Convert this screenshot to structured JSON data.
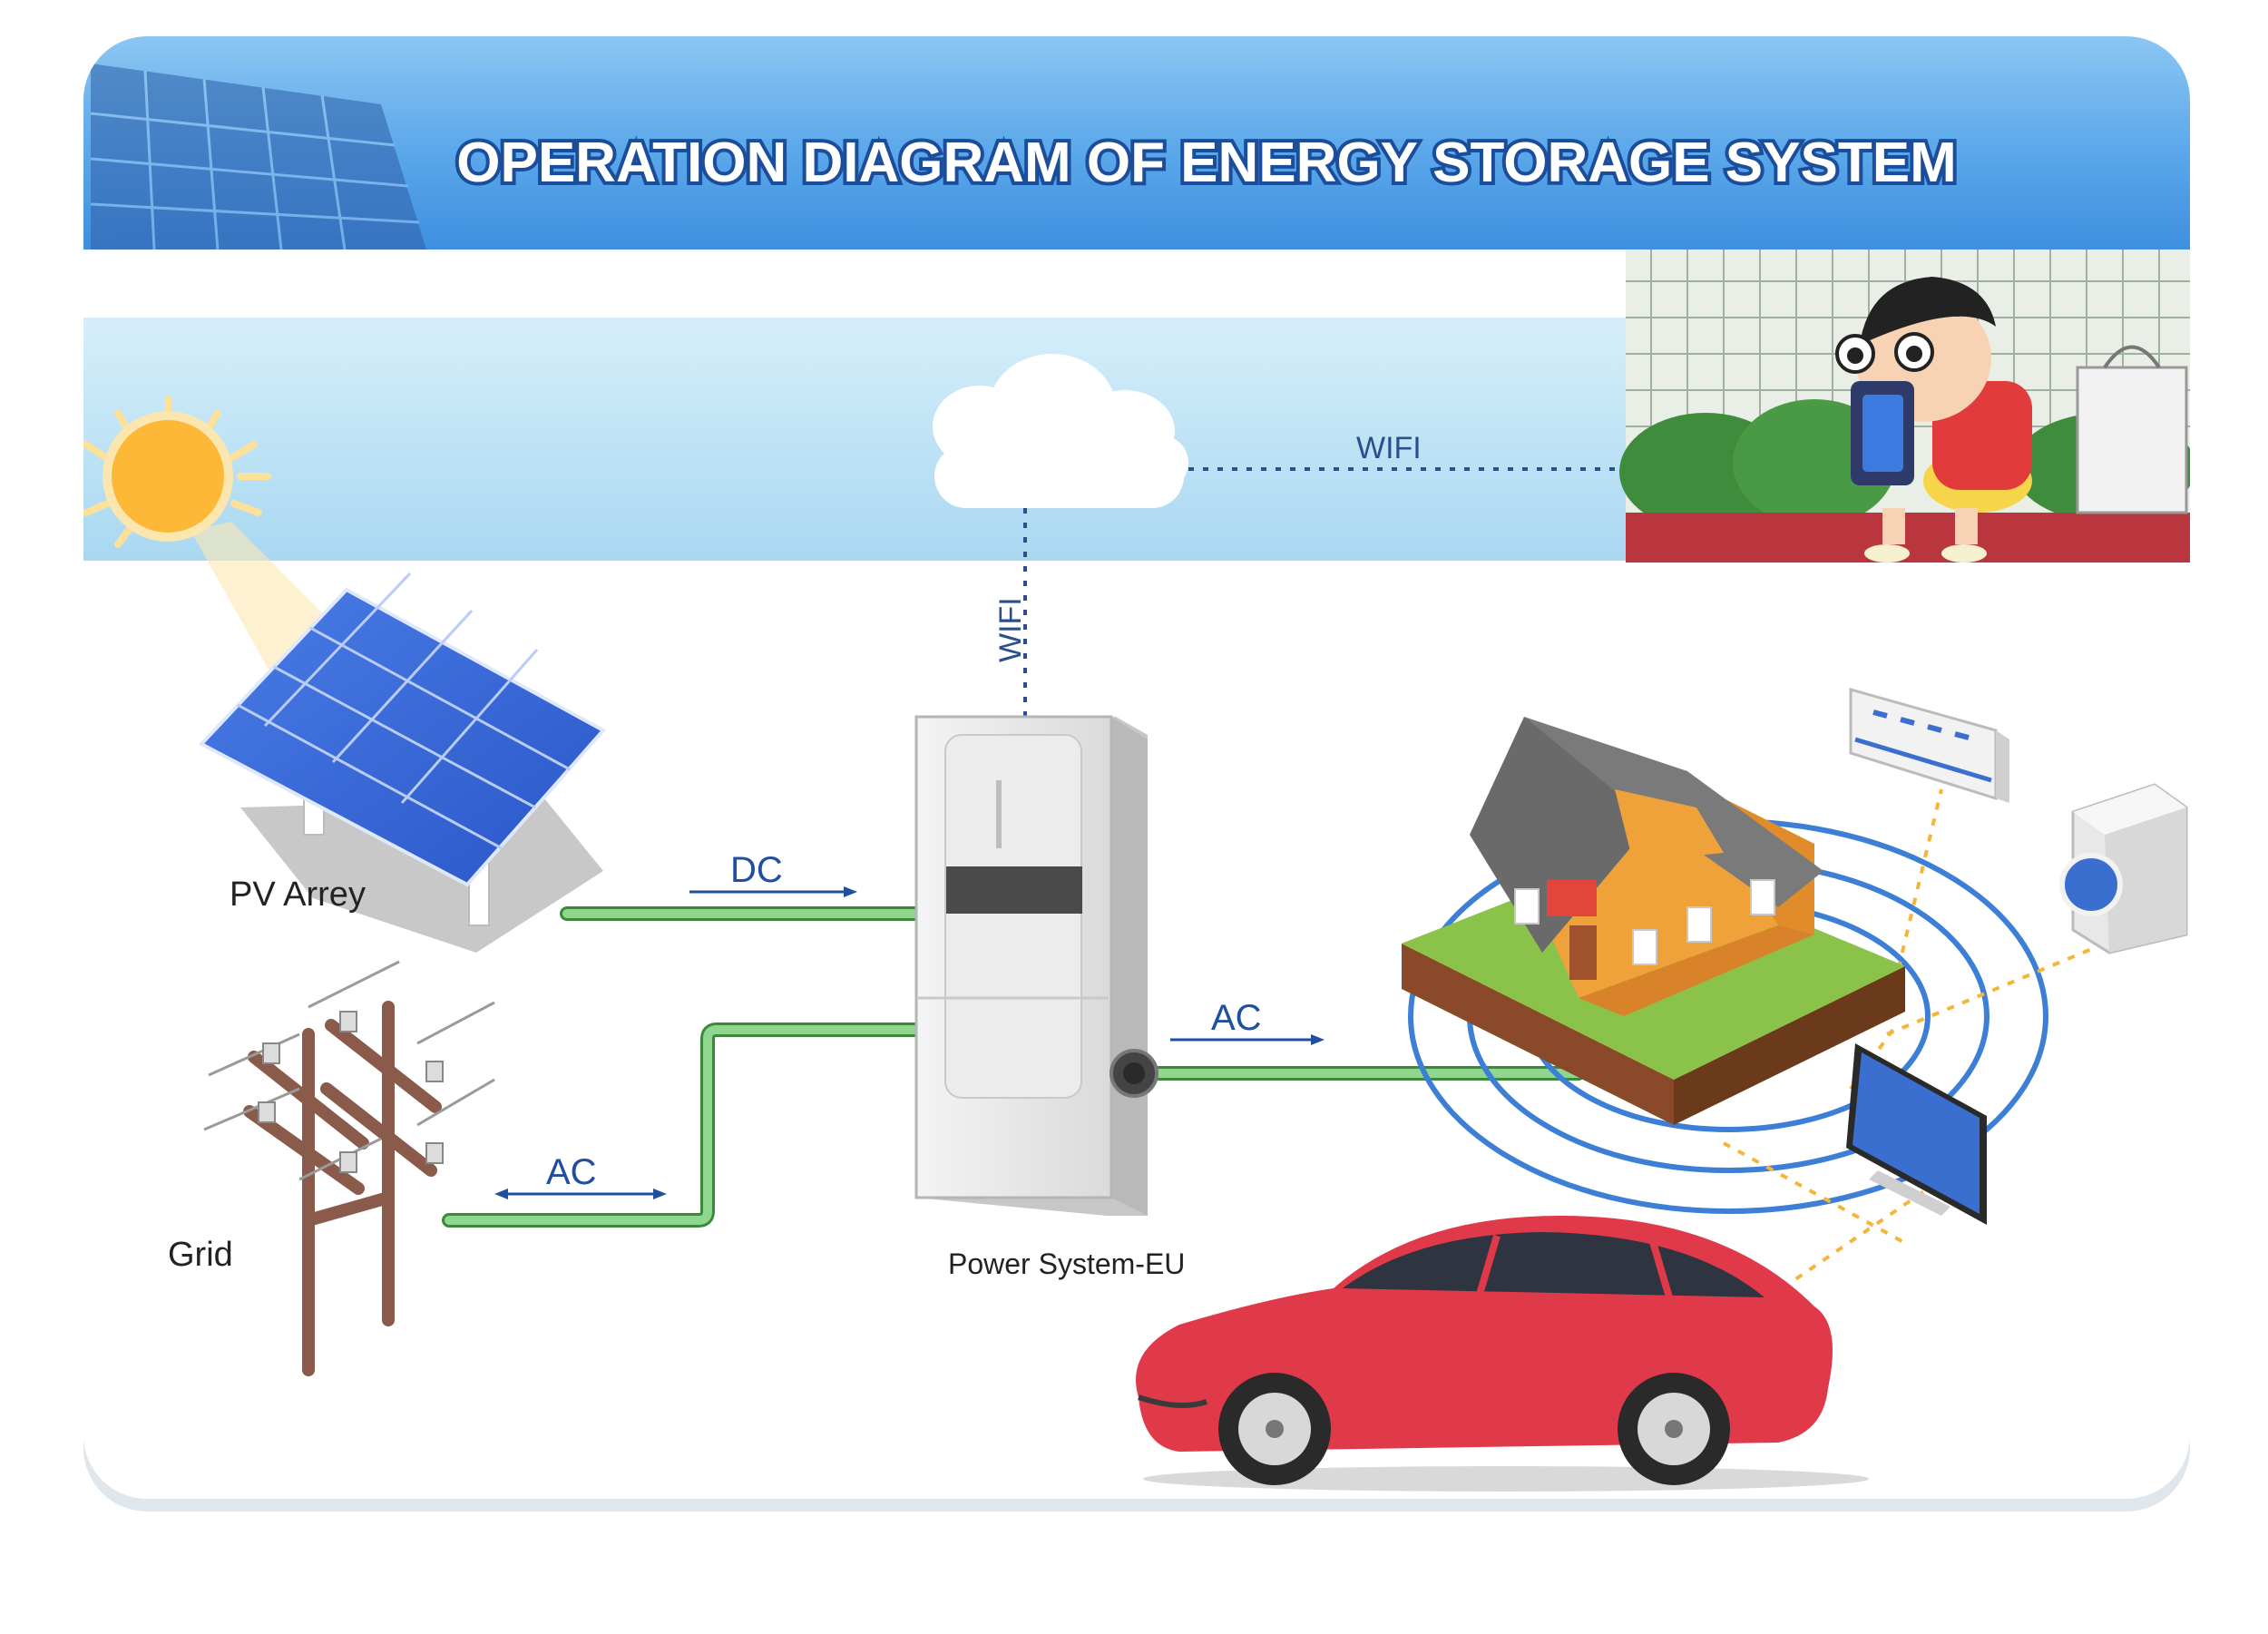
{
  "title": "OPERATION DIAGRAM OF ENERGY STORAGE SYSTEM",
  "labels": {
    "pv_array": "PV Arrey",
    "grid": "Grid",
    "power_system": "Power System-EU",
    "wifi_horizontal": "WIFI",
    "wifi_vertical": "WIFI",
    "dc": "DC",
    "ac_grid": "AC",
    "ac_house": "AC"
  },
  "colors": {
    "header_blue": "#3a8fe0",
    "title_text": "#ffffff",
    "sky": "#bfe3f6",
    "cable_green": "#7cc97c",
    "flow_label": "#1f4fa0",
    "wifi_ring": "#3d7fd6",
    "car_red": "#e0394a",
    "house_orange": "#f0a23a"
  },
  "icons": [
    "sun-icon",
    "cloud-icon",
    "solar-panel-icon",
    "utility-pole-icon",
    "inverter-cabinet-icon",
    "house-icon",
    "air-conditioner-icon",
    "washing-machine-icon",
    "tv-icon",
    "car-icon",
    "cartoon-phone-photo"
  ]
}
